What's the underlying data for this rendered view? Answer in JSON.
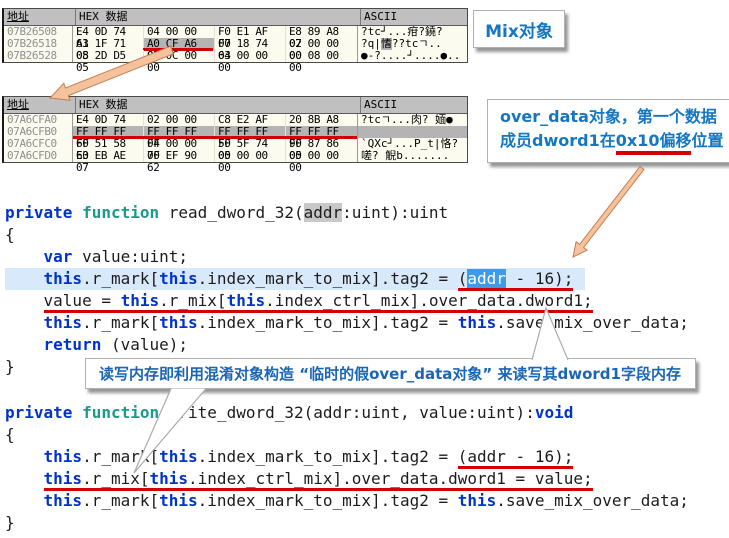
{
  "palette": {
    "callout_blue": "#1577c2",
    "keyword_blue": "#0033cc",
    "function_teal": "#189b8a",
    "underline_red": "#d40000",
    "line_highlight": "#d8e9fb",
    "selection_blue": "#3d9be9",
    "occurrence_gray": "#c8c8c8",
    "dump_header_gray": "#c0c0c0",
    "dump_highlight_gray": "#b4b4b4",
    "dump_background": "#fbfbef",
    "arrow_salmon": "#f4c29c"
  },
  "dump1": {
    "headers": {
      "addr": "地址",
      "hex": "HEX 数据",
      "ascii": "ASCII"
    },
    "rows": [
      {
        "addr": "07B26508",
        "groups": [
          "E4 0D 74 63",
          "04 00 00 00",
          "F0 E1 AF 07",
          "E8 89 A8 07"
        ],
        "ascii": "?tc┘...疳?鐃?"
      },
      {
        "addr": "07B26518",
        "groups": [
          "A1 1F 71 05",
          "A0 CF A6 07",
          "F0 18 74 63",
          "02 00 00 00"
        ],
        "hl_group": 1,
        "red_group": 1,
        "ascii_parts": {
          "pre": "?q|",
          "hl": "愭",
          "post": "??tcㄱ.."
        }
      },
      {
        "addr": "07B26528",
        "groups": [
          "08 2D D5 05",
          "00 0C 00 00",
          "04 00 00 00",
          "00 08 00 00"
        ],
        "ascii": "●-?....┘....●.."
      }
    ]
  },
  "dump2": {
    "headers": {
      "addr": "地址",
      "hex": "HEX 数据",
      "ascii": "ASCII"
    },
    "rows": [
      {
        "addr": "07A6CFA0",
        "groups": [
          "E4 0D 74 63",
          "02 00 00 00",
          "C8 E2 AF 07",
          "20 8B A8 07"
        ],
        "ascii": "?tcㄱ...肉? 媔●"
      },
      {
        "addr": "07A6CFB0",
        "groups": [
          "FF FF FF FF",
          "FF FF FF FF",
          "FF FF FF FF",
          "FF FF FF FF"
        ],
        "rowhl": true,
        "red_full": true,
        "ascii": ""
      },
      {
        "addr": "07A6CFC0",
        "groups": [
          "60 51 58 63",
          "04 00 00 00",
          "50 5F 74 05",
          "90 87 86 05"
        ],
        "ascii": "`QXc┘...P_t|恪?"
      },
      {
        "addr": "07A6CFD0",
        "groups": [
          "E0 EB AE 07",
          "7F EF 90 62",
          "00 00 00 00",
          "00 00 00 00"
        ],
        "ascii": "嗟? 觬b......."
      }
    ]
  },
  "callout_mix": {
    "label": "Mix对象"
  },
  "callout_over": {
    "line1": "over_data对象，第一个数据",
    "line2": {
      "pre": "成员",
      "b1": "dword1",
      "mid": "在",
      "u": "0x10偏移",
      "post": "位置"
    }
  },
  "callout_note": {
    "pre": "读写内存即利用混淆对象构造 “临时的假",
    "b1": "over_data",
    "mid": "对象” 来读写其",
    "b2": "dword1",
    "post": "字段内存"
  },
  "code": {
    "read": [
      {
        "s": [
          {
            "t": "private",
            "c": "kw"
          },
          {
            "t": " ",
            "c": "pl"
          },
          {
            "t": "function",
            "c": "fn"
          },
          {
            "t": " read_dword_32(",
            "c": "pl"
          },
          {
            "t": "addr",
            "c": "occ"
          },
          {
            "t": ":uint):uint",
            "c": "pl"
          }
        ]
      },
      {
        "s": [
          {
            "t": "{",
            "c": "pl"
          }
        ]
      },
      {
        "s": [
          {
            "t": "    ",
            "c": "pl"
          },
          {
            "t": "var",
            "c": "kw"
          },
          {
            "t": " value:uint;",
            "c": "pl"
          }
        ]
      },
      {
        "hl": true,
        "s": [
          {
            "t": "    ",
            "c": "pl"
          },
          {
            "t": "this",
            "c": "kw"
          },
          {
            "t": ".r_mark[",
            "c": "pl"
          },
          {
            "t": "this",
            "c": "kw"
          },
          {
            "t": ".index_mark_to_mix].tag2 = ",
            "c": "pl"
          },
          {
            "t": "(",
            "c": "pl",
            "u": true
          },
          {
            "t": "addr",
            "c": "sel",
            "u": true
          },
          {
            "t": " - 16);",
            "c": "pl",
            "u": true
          }
        ]
      },
      {
        "s": [
          {
            "t": "    ",
            "c": "pl"
          },
          {
            "t": "value = ",
            "c": "pl",
            "u": true
          },
          {
            "t": "this",
            "c": "kw",
            "u": true
          },
          {
            "t": ".r_mix[",
            "c": "pl",
            "u": true
          },
          {
            "t": "this",
            "c": "kw",
            "u": true
          },
          {
            "t": ".index_ctrl_mix].over_data.dword1;",
            "c": "pl",
            "u": true
          }
        ]
      },
      {
        "s": [
          {
            "t": "    ",
            "c": "pl"
          },
          {
            "t": "this",
            "c": "kw"
          },
          {
            "t": ".r_mark[",
            "c": "pl"
          },
          {
            "t": "this",
            "c": "kw"
          },
          {
            "t": ".index_mark_to_mix].tag2 = ",
            "c": "pl"
          },
          {
            "t": "this",
            "c": "kw"
          },
          {
            "t": ".save_mix_over_data;",
            "c": "pl"
          }
        ]
      },
      {
        "s": [
          {
            "t": "    ",
            "c": "pl"
          },
          {
            "t": "return",
            "c": "kw"
          },
          {
            "t": " (value);",
            "c": "pl"
          }
        ]
      },
      {
        "s": [
          {
            "t": "}",
            "c": "pl"
          }
        ]
      }
    ],
    "write": [
      {
        "s": [
          {
            "t": "private",
            "c": "kw"
          },
          {
            "t": " ",
            "c": "pl"
          },
          {
            "t": "function",
            "c": "fn"
          },
          {
            "t": " write_dword_32(addr:uint, value:uint):",
            "c": "pl"
          },
          {
            "t": "void",
            "c": "kw"
          }
        ]
      },
      {
        "s": [
          {
            "t": "{",
            "c": "pl"
          }
        ]
      },
      {
        "s": [
          {
            "t": "    ",
            "c": "pl"
          },
          {
            "t": "this",
            "c": "kw"
          },
          {
            "t": ".r_mark[",
            "c": "pl"
          },
          {
            "t": "this",
            "c": "kw"
          },
          {
            "t": ".index_mark_to_mix].tag2 = ",
            "c": "pl"
          },
          {
            "t": "(addr - 16);",
            "c": "pl",
            "u": true
          }
        ]
      },
      {
        "s": [
          {
            "t": "    ",
            "c": "pl"
          },
          {
            "t": "this",
            "c": "kw",
            "u": true
          },
          {
            "t": ".r_mix[",
            "c": "pl",
            "u": true
          },
          {
            "t": "this",
            "c": "kw",
            "u": true
          },
          {
            "t": ".index_ctrl_mix].over_data.dword1 = value;",
            "c": "pl",
            "u": true
          }
        ]
      },
      {
        "s": [
          {
            "t": "    ",
            "c": "pl"
          },
          {
            "t": "this",
            "c": "kw"
          },
          {
            "t": ".r_mark[",
            "c": "pl"
          },
          {
            "t": "this",
            "c": "kw"
          },
          {
            "t": ".index_mark_to_mix].tag2 = ",
            "c": "pl"
          },
          {
            "t": "this",
            "c": "kw"
          },
          {
            "t": ".save_mix_over_data;",
            "c": "pl"
          }
        ]
      },
      {
        "s": [
          {
            "t": "}",
            "c": "pl"
          }
        ]
      }
    ]
  }
}
